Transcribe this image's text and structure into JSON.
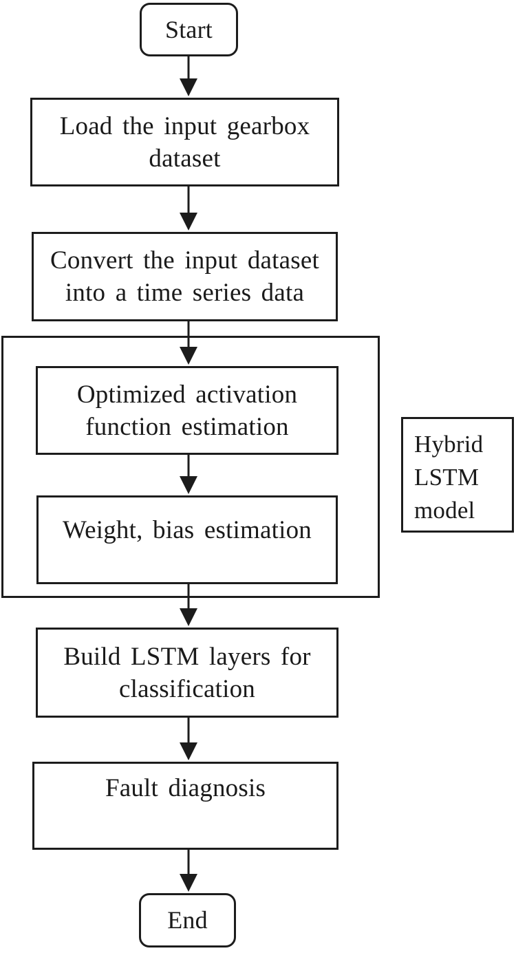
{
  "colors": {
    "ink": "#1c1c1c",
    "background": "#ffffff"
  },
  "flowchart": {
    "description": "Flowchart of hybrid LSTM based gearbox fault diagnosis",
    "nodes": [
      {
        "id": "start",
        "shape": "terminator",
        "lines": [
          "Start"
        ]
      },
      {
        "id": "load-dataset",
        "shape": "process",
        "lines": [
          "Load the input gearbox",
          "dataset"
        ]
      },
      {
        "id": "convert-time-series",
        "shape": "process",
        "lines": [
          "Convert the input dataset",
          "into a time series data"
        ]
      },
      {
        "id": "optimized-activation",
        "shape": "process",
        "lines": [
          "Optimized activation",
          "function estimation"
        ]
      },
      {
        "id": "weight-bias",
        "shape": "process",
        "lines": [
          "Weight, bias estimation"
        ]
      },
      {
        "id": "hybrid-lstm-label",
        "shape": "label",
        "lines": [
          "Hybrid",
          "LSTM",
          "model"
        ]
      },
      {
        "id": "build-lstm",
        "shape": "process",
        "lines": [
          "Build LSTM layers for",
          "classification"
        ]
      },
      {
        "id": "fault-diagnosis",
        "shape": "process",
        "lines": [
          "Fault diagnosis"
        ]
      },
      {
        "id": "end",
        "shape": "terminator",
        "lines": [
          "End"
        ]
      }
    ],
    "edges": [
      {
        "from": "start",
        "to": "load-dataset"
      },
      {
        "from": "load-dataset",
        "to": "convert-time-series"
      },
      {
        "from": "convert-time-series",
        "to": "optimized-activation"
      },
      {
        "from": "optimized-activation",
        "to": "weight-bias"
      },
      {
        "from": "weight-bias",
        "to": "build-lstm"
      },
      {
        "from": "build-lstm",
        "to": "fault-diagnosis"
      },
      {
        "from": "fault-diagnosis",
        "to": "end"
      }
    ],
    "group": {
      "label_node": "hybrid-lstm-label",
      "members": [
        "optimized-activation",
        "weight-bias"
      ]
    }
  }
}
